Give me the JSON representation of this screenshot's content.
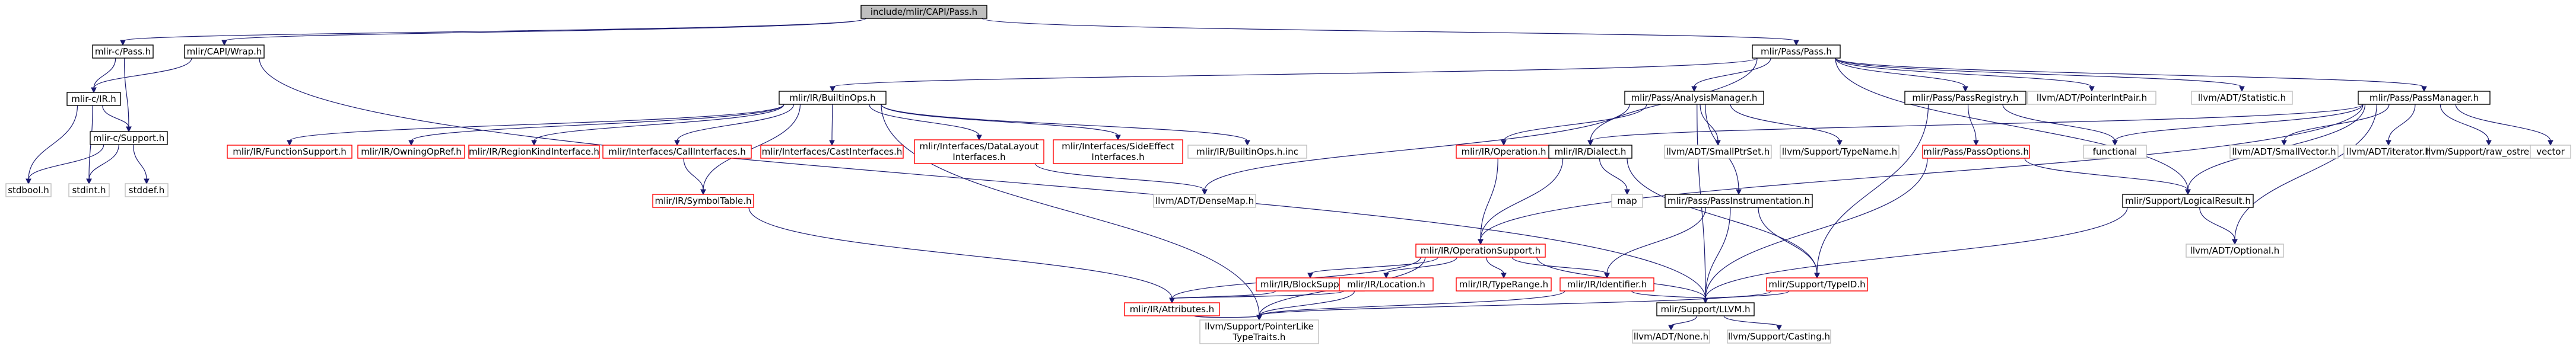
{
  "graph": {
    "nodes": [
      {
        "id": "root",
        "label": [
          "include/mlir/CAPI/Pass.h"
        ],
        "kind": "root"
      },
      {
        "id": "c_pass",
        "label": [
          "mlir-c/Pass.h"
        ],
        "kind": "black"
      },
      {
        "id": "capi_wrap",
        "label": [
          "mlir/CAPI/Wrap.h"
        ],
        "kind": "black"
      },
      {
        "id": "pass_pass",
        "label": [
          "mlir/Pass/Pass.h"
        ],
        "kind": "black"
      },
      {
        "id": "c_ir",
        "label": [
          "mlir-c/IR.h"
        ],
        "kind": "black"
      },
      {
        "id": "c_support",
        "label": [
          "mlir-c/Support.h"
        ],
        "kind": "black"
      },
      {
        "id": "stdbool",
        "label": [
          "stdbool.h"
        ],
        "kind": "gray"
      },
      {
        "id": "stdint",
        "label": [
          "stdint.h"
        ],
        "kind": "gray"
      },
      {
        "id": "stddef",
        "label": [
          "stddef.h"
        ],
        "kind": "gray"
      },
      {
        "id": "builtinops",
        "label": [
          "mlir/IR/BuiltinOps.h"
        ],
        "kind": "black"
      },
      {
        "id": "analysismgr",
        "label": [
          "mlir/Pass/AnalysisManager.h"
        ],
        "kind": "black"
      },
      {
        "id": "passregistry",
        "label": [
          "mlir/Pass/PassRegistry.h"
        ],
        "kind": "black"
      },
      {
        "id": "pointerintpair",
        "label": [
          "llvm/ADT/PointerIntPair.h"
        ],
        "kind": "gray"
      },
      {
        "id": "statistic",
        "label": [
          "llvm/ADT/Statistic.h"
        ],
        "kind": "gray"
      },
      {
        "id": "passmanager",
        "label": [
          "mlir/Pass/PassManager.h"
        ],
        "kind": "black"
      },
      {
        "id": "functionsupport",
        "label": [
          "mlir/IR/FunctionSupport.h"
        ],
        "kind": "red"
      },
      {
        "id": "owningopref",
        "label": [
          "mlir/IR/OwningOpRef.h"
        ],
        "kind": "red"
      },
      {
        "id": "regionkind",
        "label": [
          "mlir/IR/RegionKindInterface.h"
        ],
        "kind": "red"
      },
      {
        "id": "callinterfaces",
        "label": [
          "mlir/Interfaces/CallInterfaces.h"
        ],
        "kind": "red"
      },
      {
        "id": "castinterfaces",
        "label": [
          "mlir/Interfaces/CastInterfaces.h"
        ],
        "kind": "red"
      },
      {
        "id": "datalayout",
        "label": [
          "mlir/Interfaces/DataLayout",
          "Interfaces.h"
        ],
        "kind": "red"
      },
      {
        "id": "sideeffect",
        "label": [
          "mlir/Interfaces/SideEffect",
          "Interfaces.h"
        ],
        "kind": "red"
      },
      {
        "id": "builtinopsinc",
        "label": [
          "mlir/IR/BuiltinOps.h.inc"
        ],
        "kind": "gray"
      },
      {
        "id": "operation",
        "label": [
          "mlir/IR/Operation.h"
        ],
        "kind": "red"
      },
      {
        "id": "dialect",
        "label": [
          "mlir/IR/Dialect.h"
        ],
        "kind": "black"
      },
      {
        "id": "smallptrset",
        "label": [
          "llvm/ADT/SmallPtrSet.h"
        ],
        "kind": "gray"
      },
      {
        "id": "typename",
        "label": [
          "llvm/Support/TypeName.h"
        ],
        "kind": "gray"
      },
      {
        "id": "passoptions",
        "label": [
          "mlir/Pass/PassOptions.h"
        ],
        "kind": "red"
      },
      {
        "id": "functional",
        "label": [
          "functional"
        ],
        "kind": "gray"
      },
      {
        "id": "smallvector",
        "label": [
          "llvm/ADT/SmallVector.h"
        ],
        "kind": "gray"
      },
      {
        "id": "iterator",
        "label": [
          "llvm/ADT/iterator.h"
        ],
        "kind": "gray"
      },
      {
        "id": "raw_ostream",
        "label": [
          "llvm/Support/raw_ostream.h"
        ],
        "kind": "gray"
      },
      {
        "id": "vector",
        "label": [
          "vector"
        ],
        "kind": "gray"
      },
      {
        "id": "symboltable",
        "label": [
          "mlir/IR/SymbolTable.h"
        ],
        "kind": "red"
      },
      {
        "id": "densemap",
        "label": [
          "llvm/ADT/DenseMap.h"
        ],
        "kind": "gray"
      },
      {
        "id": "map",
        "label": [
          "map"
        ],
        "kind": "gray"
      },
      {
        "id": "passinstrumentation",
        "label": [
          "mlir/Pass/PassInstrumentation.h"
        ],
        "kind": "black"
      },
      {
        "id": "logicalresult",
        "label": [
          "mlir/Support/LogicalResult.h"
        ],
        "kind": "black"
      },
      {
        "id": "operationsupport",
        "label": [
          "mlir/IR/OperationSupport.h"
        ],
        "kind": "red"
      },
      {
        "id": "optional",
        "label": [
          "llvm/ADT/Optional.h"
        ],
        "kind": "gray"
      },
      {
        "id": "blocksupport",
        "label": [
          "mlir/IR/BlockSupport.h"
        ],
        "kind": "red"
      },
      {
        "id": "location",
        "label": [
          "mlir/IR/Location.h"
        ],
        "kind": "red"
      },
      {
        "id": "typerange",
        "label": [
          "mlir/IR/TypeRange.h"
        ],
        "kind": "red"
      },
      {
        "id": "identifier",
        "label": [
          "mlir/IR/Identifier.h"
        ],
        "kind": "red"
      },
      {
        "id": "typeid",
        "label": [
          "mlir/Support/TypeID.h"
        ],
        "kind": "red"
      },
      {
        "id": "attributes",
        "label": [
          "mlir/IR/Attributes.h"
        ],
        "kind": "red"
      },
      {
        "id": "llvmh",
        "label": [
          "mlir/Support/LLVM.h"
        ],
        "kind": "black"
      },
      {
        "id": "none",
        "label": [
          "llvm/ADT/None.h"
        ],
        "kind": "gray"
      },
      {
        "id": "casting",
        "label": [
          "llvm/Support/Casting.h"
        ],
        "kind": "gray"
      },
      {
        "id": "pointerliketypetraits",
        "label": [
          "llvm/Support/PointerLike",
          "TypeTraits.h"
        ],
        "kind": "gray"
      }
    ],
    "edges": [
      [
        "root",
        "c_pass"
      ],
      [
        "root",
        "capi_wrap"
      ],
      [
        "root",
        "pass_pass"
      ],
      [
        "c_pass",
        "c_ir"
      ],
      [
        "c_pass",
        "c_support"
      ],
      [
        "capi_wrap",
        "c_ir"
      ],
      [
        "capi_wrap",
        "llvmh"
      ],
      [
        "c_ir",
        "c_support"
      ],
      [
        "c_ir",
        "stdbool"
      ],
      [
        "c_ir",
        "stdint"
      ],
      [
        "c_support",
        "stdbool"
      ],
      [
        "c_support",
        "stdint"
      ],
      [
        "c_support",
        "stddef"
      ],
      [
        "pass_pass",
        "builtinops"
      ],
      [
        "pass_pass",
        "analysismgr"
      ],
      [
        "pass_pass",
        "passregistry"
      ],
      [
        "pass_pass",
        "pointerintpair"
      ],
      [
        "pass_pass",
        "statistic"
      ],
      [
        "pass_pass",
        "dialect"
      ],
      [
        "pass_pass",
        "logicalresult"
      ],
      [
        "pass_pass",
        "passmanager"
      ],
      [
        "builtinops",
        "functionsupport"
      ],
      [
        "builtinops",
        "owningopref"
      ],
      [
        "builtinops",
        "regionkind"
      ],
      [
        "builtinops",
        "callinterfaces"
      ],
      [
        "builtinops",
        "castinterfaces"
      ],
      [
        "builtinops",
        "datalayout"
      ],
      [
        "builtinops",
        "sideeffect"
      ],
      [
        "builtinops",
        "builtinopsinc"
      ],
      [
        "builtinops",
        "symboltable"
      ],
      [
        "builtinops",
        "pointerliketypetraits"
      ],
      [
        "callinterfaces",
        "symboltable"
      ],
      [
        "symboltable",
        "attributes"
      ],
      [
        "datalayout",
        "densemap"
      ],
      [
        "analysismgr",
        "densemap"
      ],
      [
        "analysismgr",
        "operation"
      ],
      [
        "analysismgr",
        "smallptrset"
      ],
      [
        "analysismgr",
        "typename"
      ],
      [
        "analysismgr",
        "passinstrumentation"
      ],
      [
        "analysismgr",
        "llvmh"
      ],
      [
        "passregistry",
        "passoptions"
      ],
      [
        "passregistry",
        "functional"
      ],
      [
        "passregistry",
        "typeid"
      ],
      [
        "passoptions",
        "logicalresult"
      ],
      [
        "passoptions",
        "llvmh"
      ],
      [
        "passmanager",
        "dialect"
      ],
      [
        "passmanager",
        "operationsupport"
      ],
      [
        "passmanager",
        "logicalresult"
      ],
      [
        "passmanager",
        "smallvector"
      ],
      [
        "passmanager",
        "iterator"
      ],
      [
        "passmanager",
        "raw_ostream"
      ],
      [
        "passmanager",
        "vector"
      ],
      [
        "passmanager",
        "functional"
      ],
      [
        "passmanager",
        "optional"
      ],
      [
        "operation",
        "operationsupport"
      ],
      [
        "dialect",
        "operationsupport"
      ],
      [
        "dialect",
        "map"
      ],
      [
        "dialect",
        "typeid"
      ],
      [
        "passinstrumentation",
        "identifier"
      ],
      [
        "passinstrumentation",
        "typeid"
      ],
      [
        "passinstrumentation",
        "llvmh"
      ],
      [
        "logicalresult",
        "optional"
      ],
      [
        "logicalresult",
        "llvmh"
      ],
      [
        "operationsupport",
        "blocksupport"
      ],
      [
        "operationsupport",
        "location"
      ],
      [
        "operationsupport",
        "typerange"
      ],
      [
        "operationsupport",
        "identifier"
      ],
      [
        "operationsupport",
        "attributes"
      ],
      [
        "operationsupport",
        "pointerliketypetraits"
      ],
      [
        "operationsupport",
        "llvmh"
      ],
      [
        "blocksupport",
        "attributes"
      ],
      [
        "location",
        "attributes"
      ],
      [
        "location",
        "pointerliketypetraits"
      ],
      [
        "identifier",
        "llvmh"
      ],
      [
        "identifier",
        "pointerliketypetraits"
      ],
      [
        "typeid",
        "llvmh"
      ],
      [
        "typeid",
        "pointerliketypetraits"
      ],
      [
        "attributes",
        "pointerliketypetraits"
      ],
      [
        "llvmh",
        "none"
      ],
      [
        "llvmh",
        "casting"
      ]
    ]
  },
  "colors": {
    "edge": "#191970",
    "node_black": "#000000",
    "node_red": "#ff0000",
    "node_gray": "#bfbfbf",
    "root_fill": "#bfbfbf",
    "background": "#ffffff"
  }
}
